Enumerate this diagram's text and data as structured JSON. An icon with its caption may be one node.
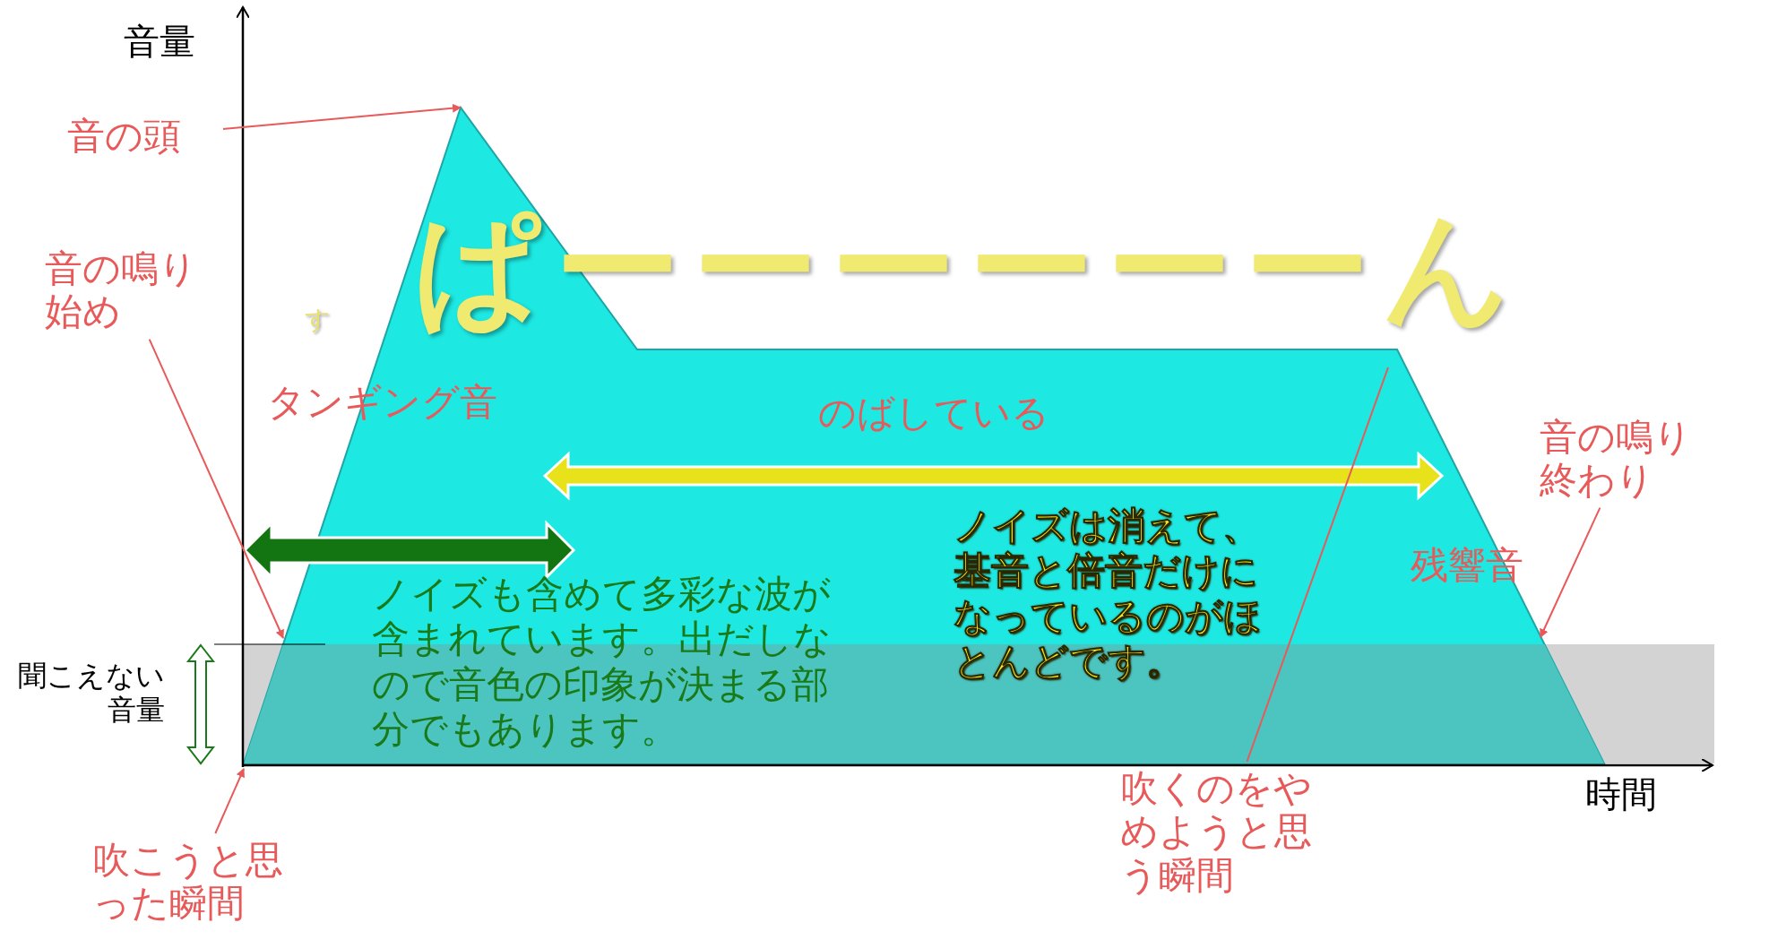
{
  "diagram": {
    "nodes": [
      {
        "text": [
          "音の頭"
        ]
      },
      {
        "text": [
          "音の鳴り始め"
        ]
      },
      {
        "text": [
          "吹こうと思った瞬間"
        ]
      },
      {
        "text": [
          "吹くのをやめようと思う瞬間"
        ]
      },
      {
        "text": [
          "音の鳴り終わり"
        ]
      },
      {
        "text": [],
        "shape": "polygon"
      },
      {
        "text": [],
        "shape": "bar"
      }
    ],
    "edges": [
      {
        "from": 0,
        "to": 5,
        "arrow": "to"
      },
      {
        "from": 1,
        "to": 5,
        "arrow": "to"
      },
      {
        "from": 2,
        "to": 5,
        "arrow": "to"
      },
      {
        "from": 3,
        "to": 5,
        "arrow": "none"
      },
      {
        "from": 4,
        "to": 5,
        "arrow": "to"
      }
    ],
    "labels": [
      "音量",
      "す",
      "ぱーーーーーーん",
      "タンギング音",
      "のばしている",
      "ノイズは消えて、基音と倍音だけになっているのがほとんどです。",
      "残響音",
      "ノイズも含めて多彩な波が含まれています。出だしなので音色の印象が決まる部分でもあります。",
      "聞こえない音量",
      "時間"
    ]
  }
}
